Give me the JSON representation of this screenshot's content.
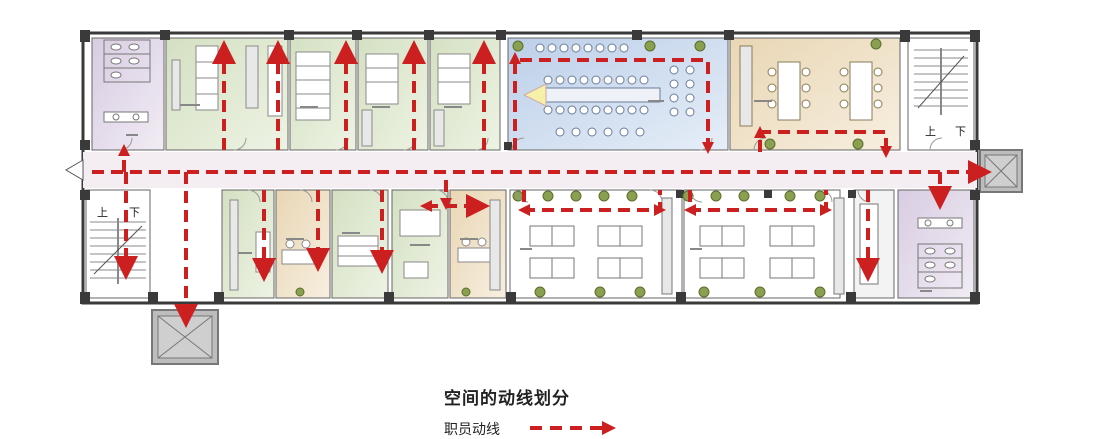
{
  "diagram": {
    "title": "空间的动线划分",
    "legend": [
      {
        "label": "职员动线",
        "color": "#cc1f1f",
        "style": "dashed-arrow"
      }
    ],
    "stairs": {
      "up": "上",
      "down": "下"
    },
    "colors": {
      "route": "#cc1f1f",
      "wall": "#3a3a3a",
      "corridor": "#f4eef2",
      "lavender": "#e6dcea",
      "green": "#dfe7d0",
      "blue": "#cfdcee",
      "beige": "#efe1c8",
      "gray": "#9a9a9a"
    }
  }
}
